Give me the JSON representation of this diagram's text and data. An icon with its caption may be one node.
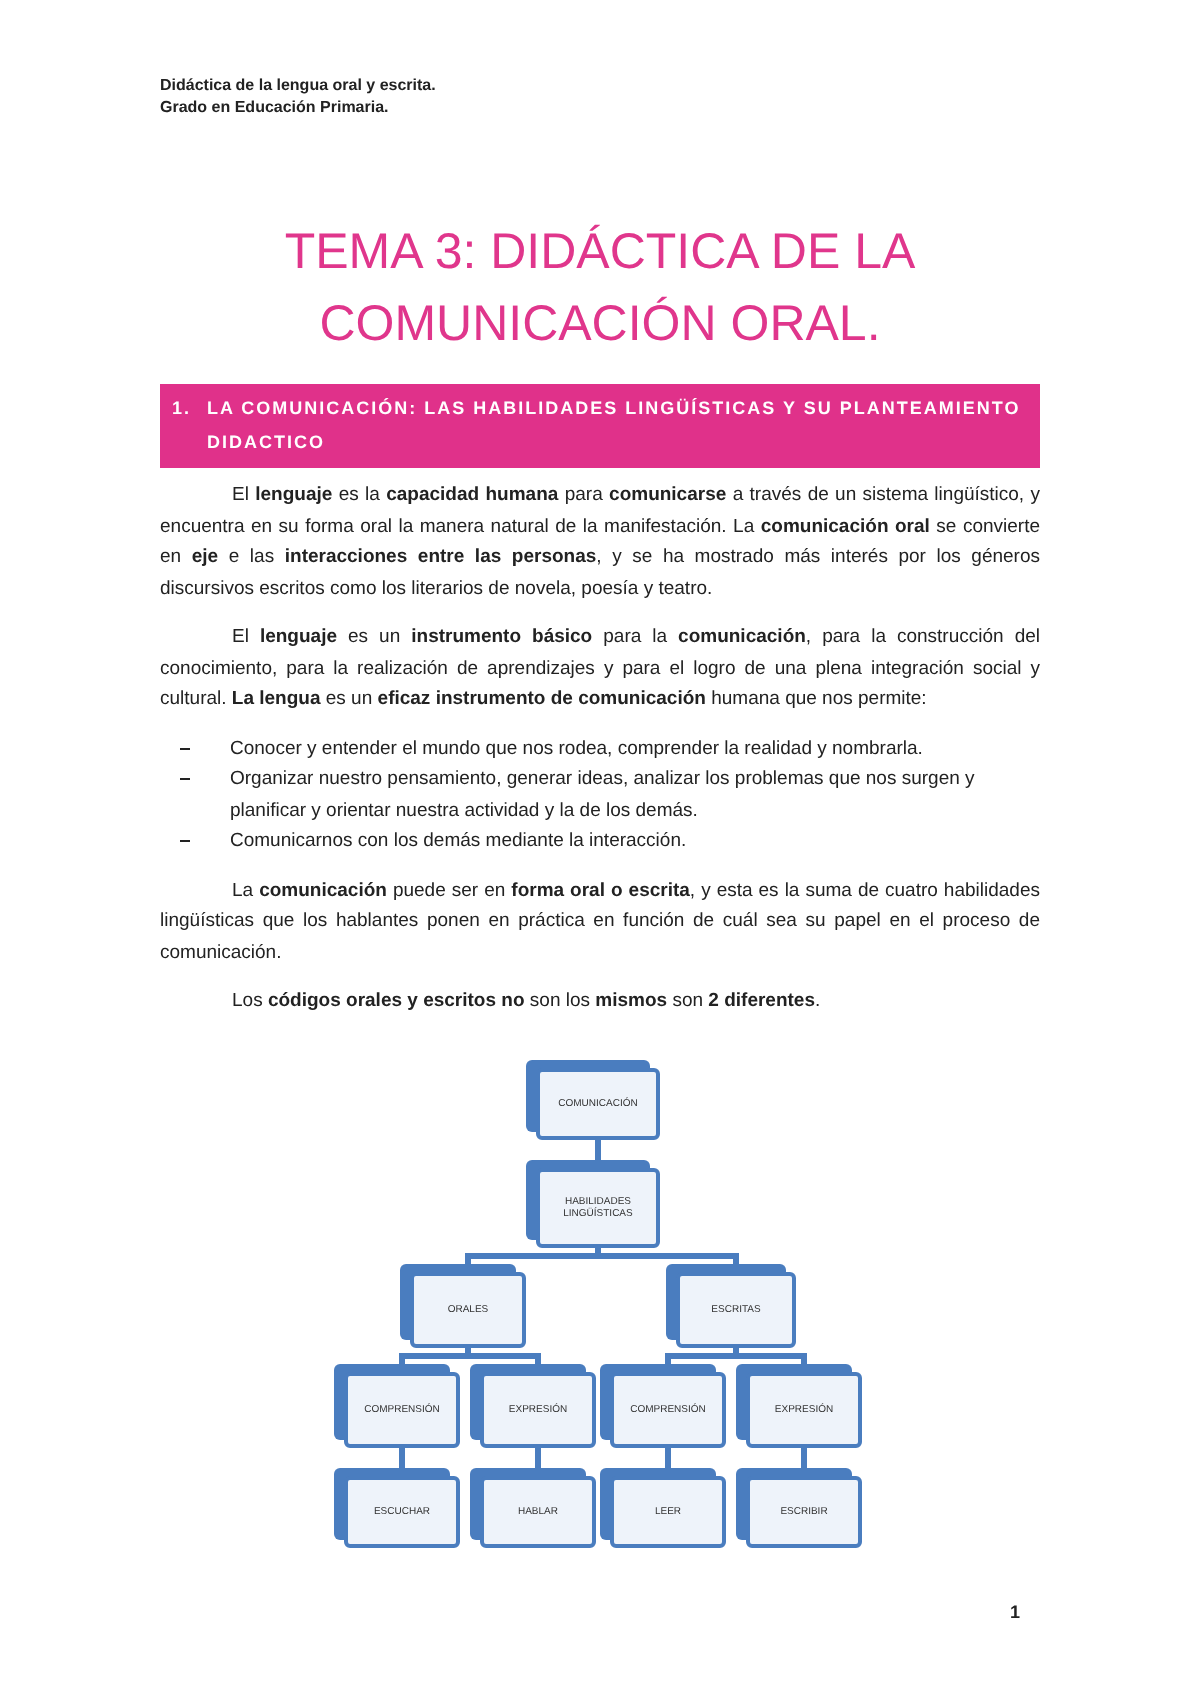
{
  "diagram": {
    "title": "TEMA 3: DIDÁCTICA DE LA COMUNICACIÓN ORAL.",
    "nodes": [
      {
        "text": [
          "COMUNICACIÓN"
        ]
      },
      {
        "text": [
          "HABILIDADES LINGÜÍSTICAS"
        ]
      },
      {
        "text": [
          "ORALES"
        ]
      },
      {
        "text": [
          "ESCRITAS"
        ]
      },
      {
        "text": [
          "COMPRENSIÓN"
        ]
      },
      {
        "text": [
          "EXPRESIÓN"
        ]
      },
      {
        "text": [
          "COMPRENSIÓN"
        ]
      },
      {
        "text": [
          "EXPRESIÓN"
        ]
      },
      {
        "text": [
          "ESCUCHAR"
        ]
      },
      {
        "text": [
          "HABLAR"
        ]
      },
      {
        "text": [
          "LEER"
        ]
      },
      {
        "text": [
          "ESCRIBIR"
        ]
      }
    ],
    "edges": [
      {
        "from": 0,
        "to": 1,
        "arrow": "none"
      },
      {
        "from": 1,
        "to": 2,
        "arrow": "none"
      },
      {
        "from": 1,
        "to": 3,
        "arrow": "none"
      },
      {
        "from": 2,
        "to": 4,
        "arrow": "none"
      },
      {
        "from": 2,
        "to": 5,
        "arrow": "none"
      },
      {
        "from": 3,
        "to": 6,
        "arrow": "none"
      },
      {
        "from": 3,
        "to": 7,
        "arrow": "none"
      },
      {
        "from": 4,
        "to": 8,
        "arrow": "none"
      },
      {
        "from": 5,
        "to": 9,
        "arrow": "none"
      },
      {
        "from": 6,
        "to": 10,
        "arrow": "none"
      },
      {
        "from": 7,
        "to": 11,
        "arrow": "none"
      }
    ],
    "labels": [
      "Didáctica de la lengua oral y escrita.",
      "Grado en Educación Primaria.",
      "1.",
      "LA COMUNICACIÓN: LAS HABILIDADES LINGÜÍSTICAS Y SU PLANTEAMIENTO DIDACTICO",
      "El **lenguaje** es la **capacidad humana** para **comunicarse** a través de un sistema lingüístico, y encuentra en su forma oral la manera natural de la manifestación. La **comunicación oral** se convierte en **eje** e las **interacciones entre las personas**, y se ha mostrado más interés por los géneros discursivos escritos como los literarios de novela, poesía y teatro.",
      "El **lenguaje** es un **instrumento básico** para la **comunicación**, para la construcción del conocimiento, para la realización de aprendizajes y para el logro de una plena integración social y cultural. **La lengua** es un **eficaz instrumento de comunicación** humana que nos permite:",
      "Conocer y entender el mundo que nos rodea, comprender la realidad y nombrarla.",
      "Organizar nuestro pensamiento, generar ideas, analizar los problemas que nos surgen y planificar y orientar nuestra actividad y la de los demás.",
      "Comunicarnos con los demás mediante la interacción.",
      "La **comunicación** puede ser en **forma oral o escrita**, y esta es la suma de cuatro habilidades lingüísticas que los hablantes ponen en práctica en función de cuál sea su papel en el proceso de comunicación.",
      "Los **códigos orales y escritos no** son los **mismos** son **2 diferentes**.",
      "1"
    ]
  }
}
